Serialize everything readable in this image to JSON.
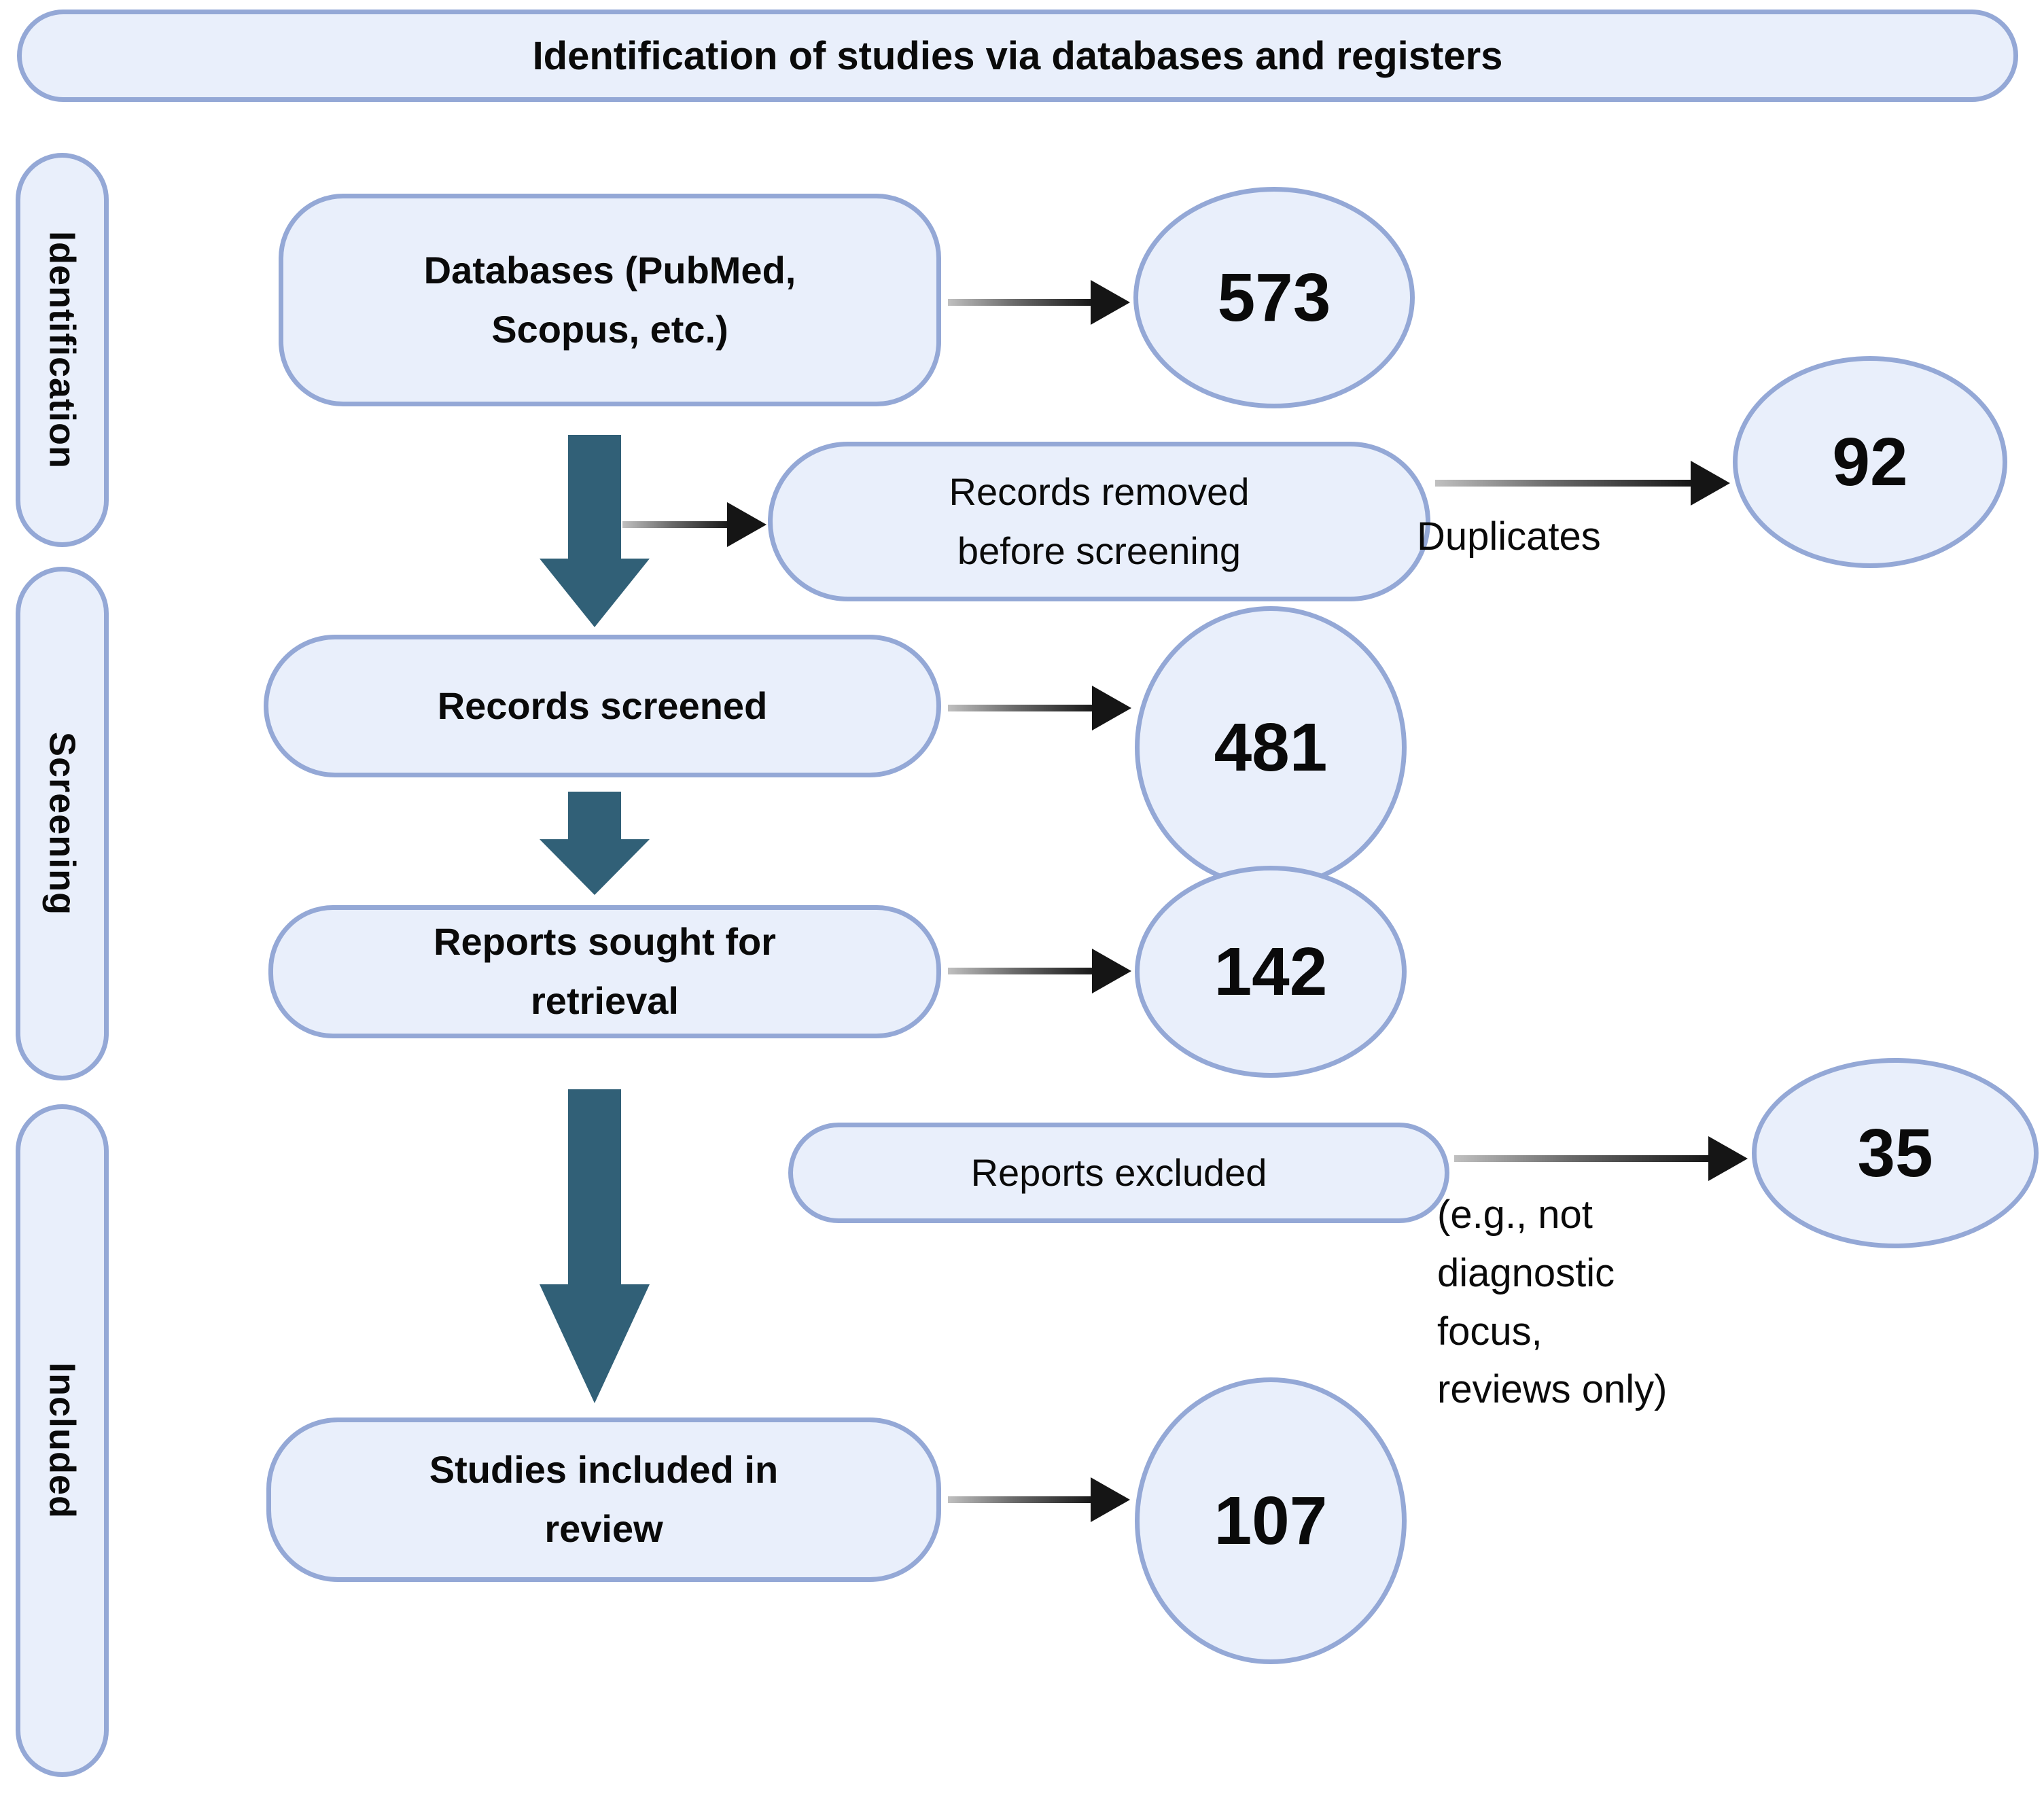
{
  "title": "Identification of studies via databases and registers",
  "sidebar": {
    "items": [
      {
        "label": "Identification"
      },
      {
        "label": "Screening"
      },
      {
        "label": "Included"
      }
    ]
  },
  "flow": {
    "databases": {
      "label": "Databases (PubMed,\nScopus, etc.)",
      "count": "573"
    },
    "records_removed": {
      "label": "Records removed\nbefore screening",
      "annotation": "Duplicates",
      "count": "92"
    },
    "records_screened": {
      "label": "Records screened",
      "count": "481"
    },
    "reports_sought": {
      "label": "Reports sought for\nretrieval",
      "count": "142"
    },
    "reports_excluded": {
      "label": "Reports excluded",
      "annotation": "(e.g., not\ndiagnostic\nfocus,\nreviews only)",
      "count": "35"
    },
    "studies_included": {
      "label": "Studies included in\nreview",
      "count": "107"
    }
  },
  "colors": {
    "fill": "#e9effb",
    "border": "#94a8d6",
    "teal": "#316077",
    "arrow": "#151515",
    "ink": "#0a0a0a"
  }
}
